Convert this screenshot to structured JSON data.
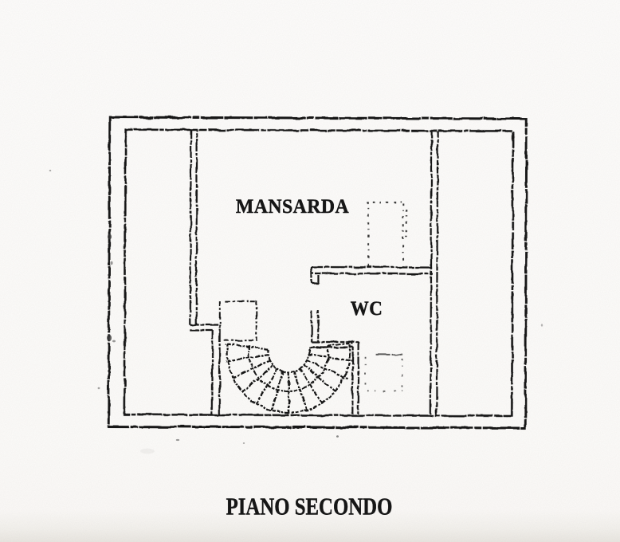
{
  "floorplan": {
    "caption": "PIANO SECONDO",
    "rooms": {
      "attic": "MANSARDA",
      "bathroom": "WC"
    },
    "ink_color": "#161616",
    "paper_color": "#fbfaf8"
  }
}
